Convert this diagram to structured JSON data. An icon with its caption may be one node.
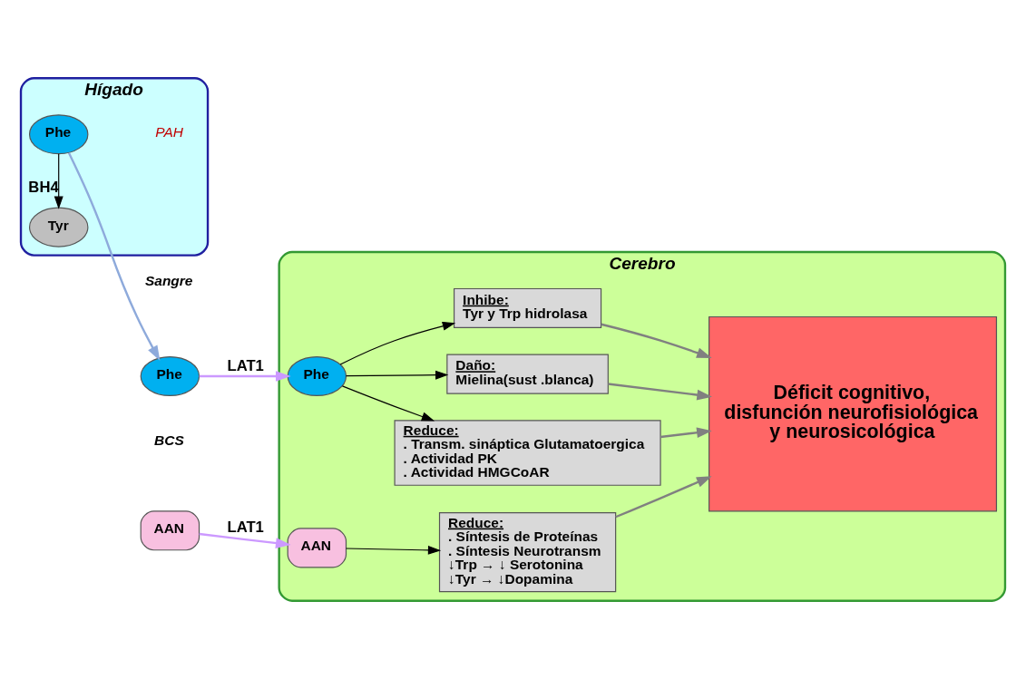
{
  "diagram": {
    "nodes": [
      {
        "text": [
          "Hígado"
        ]
      },
      {
        "text": [
          "Phe"
        ],
        "in": 0
      },
      {
        "text": [
          "Tyr"
        ],
        "in": 0
      },
      {
        "text": [
          "Phe"
        ]
      },
      {
        "text": [
          "AAN"
        ]
      },
      {
        "text": [
          "Cerebro"
        ]
      },
      {
        "text": [
          "Phe"
        ],
        "in": 5
      },
      {
        "text": [
          "Reduce:",
          ". Transm. sináptica Glutamatoergica",
          ". Actividad PK",
          ". Actividad HMGCoAR"
        ],
        "in": 5
      },
      {
        "text": [
          "Daño:",
          "Mielina(sust .blanca)"
        ],
        "in": 5
      },
      {
        "text": [
          "Inhibe:",
          "Tyr y Trp hidrolasa"
        ],
        "in": 5
      },
      {
        "text": [
          "AAN"
        ],
        "in": 5
      },
      {
        "text": [
          "Reduce:",
          ". Síntesis de Proteínas",
          ". Síntesis Neurotransm",
          "↓Trp → ↓ Serotonina",
          "↓Tyr → ↓Dopamina"
        ],
        "in": 5
      },
      {
        "text": [
          "Déficit cognitivo, disfunción neurofisiológica y neurosicológica"
        ],
        "in": 5
      }
    ],
    "edges": [
      {
        "from": 1,
        "to": 2,
        "arrow": "to",
        "label": "BH4"
      },
      {
        "from": 1,
        "to": 3,
        "arrow": "to",
        "color": "#8eaadb"
      },
      {
        "from": 3,
        "to": 6,
        "arrow": "to",
        "label": "LAT1",
        "color": "#cc99ff"
      },
      {
        "from": 4,
        "to": 10,
        "arrow": "to",
        "label": "LAT1",
        "color": "#cc99ff"
      },
      {
        "from": 6,
        "to": 7,
        "arrow": "to"
      },
      {
        "from": 6,
        "to": 8,
        "arrow": "to"
      },
      {
        "from": 6,
        "to": 9,
        "arrow": "to"
      },
      {
        "from": 10,
        "to": 11,
        "arrow": "to"
      },
      {
        "from": 7,
        "to": 12,
        "arrow": "to",
        "color": "#808080"
      },
      {
        "from": 8,
        "to": 12,
        "arrow": "to",
        "color": "#808080"
      },
      {
        "from": 9,
        "to": 12,
        "arrow": "to",
        "color": "#808080"
      },
      {
        "from": 11,
        "to": 12,
        "arrow": "to",
        "color": "#808080"
      }
    ],
    "labels": [
      "Sangre",
      "BCS",
      "PAH"
    ]
  }
}
